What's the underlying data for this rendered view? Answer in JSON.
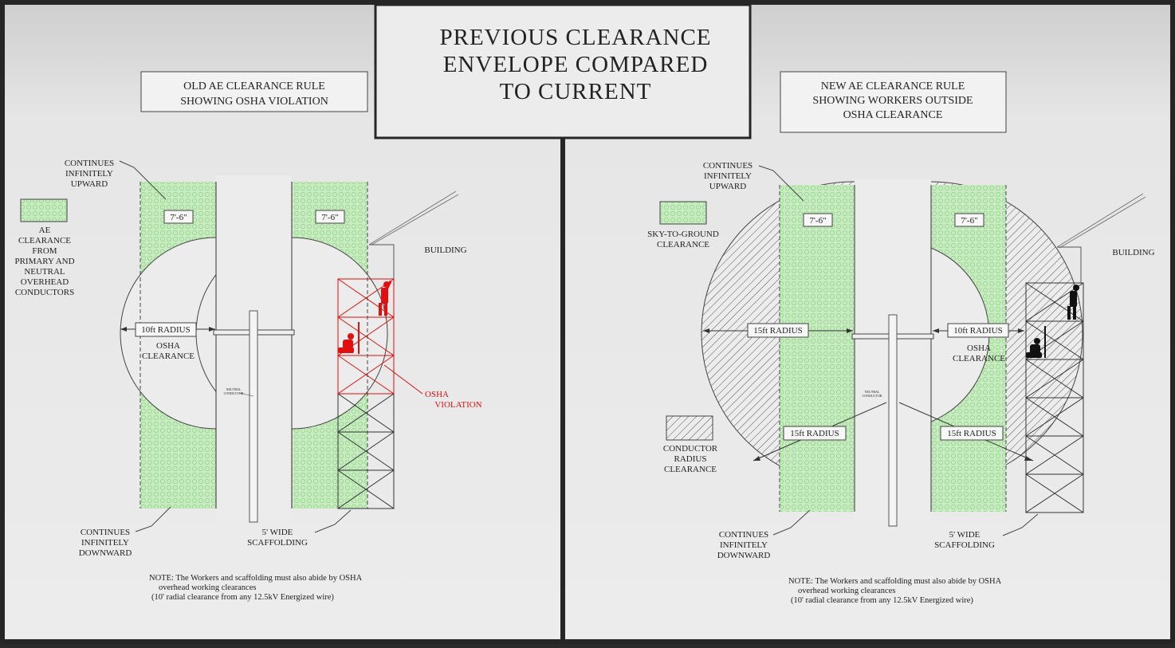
{
  "title": [
    "PREVIOUS CLEARANCE",
    "ENVELOPE COMPARED",
    "TO CURRENT"
  ],
  "colors": {
    "ae_fill": "#c7ecc0",
    "ae_dot": "#a9dba0",
    "violation": "#e01010",
    "ink": "#222222",
    "background": "#ececec"
  },
  "left": {
    "heading": [
      "OLD AE CLEARANCE RULE",
      "SHOWING OSHA VIOLATION"
    ],
    "continues_up": [
      "CONTINUES",
      "INFINITELY",
      "UPWARD"
    ],
    "continues_down": [
      "CONTINUES",
      "INFINITELY",
      "DOWNWARD"
    ],
    "legend_ae": [
      "AE",
      "CLEARANCE",
      "FROM",
      "PRIMARY AND",
      "NEUTRAL",
      "OVERHEAD",
      "CONDUCTORS"
    ],
    "width_label_1": "7'-6\"",
    "width_label_2": "7'-6\"",
    "radius_label": "10ft RADIUS",
    "osha_clearance": [
      "OSHA",
      "CLEARANCE"
    ],
    "neutral_conductor": [
      "NEUTRAL",
      "CONDUCTOR"
    ],
    "building": "BUILDING",
    "osha_violation": [
      "OSHA",
      "VIOLATION"
    ],
    "scaffolding": [
      "5' WIDE",
      "SCAFFOLDING"
    ],
    "note": [
      "NOTE: The Workers and scaffolding must also abide by OSHA",
      "overhead working clearances",
      "(10' radial clearance from any 12.5kV Energized wire)"
    ]
  },
  "right": {
    "heading": [
      "NEW AE CLEARANCE RULE",
      "SHOWING WORKERS OUTSIDE",
      "OSHA CLEARANCE"
    ],
    "continues_up": [
      "CONTINUES",
      "INFINITELY",
      "UPWARD"
    ],
    "continues_down": [
      "CONTINUES",
      "INFINITELY",
      "DOWNWARD"
    ],
    "legend_sky": [
      "SKY-TO-GROUND",
      "CLEARANCE"
    ],
    "legend_conductor": [
      "CONDUCTOR",
      "RADIUS",
      "CLEARANCE"
    ],
    "width_label_1": "7'-6\"",
    "width_label_2": "7'-6\"",
    "radius_15_left": "15ft RADIUS",
    "radius_10": "10ft RADIUS",
    "radius_15_low_left": "15ft RADIUS",
    "radius_15_low_right": "15ft RADIUS",
    "osha_clearance": [
      "OSHA",
      "CLEARANCE"
    ],
    "neutral_conductor": [
      "NEUTRAL",
      "CONDUCTOR"
    ],
    "building": "BUILDING",
    "scaffolding": [
      "5' WIDE",
      "SCAFFOLDING"
    ],
    "note": [
      "NOTE: The Workers and scaffolding must also abide by OSHA",
      "overhead working clearances",
      "(10' radial clearance from any 12.5kV Energized wire)"
    ]
  }
}
